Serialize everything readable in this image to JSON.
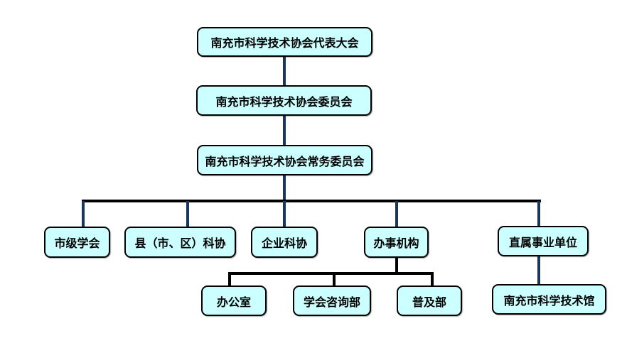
{
  "colors": {
    "box_fill": "#ccffff",
    "box_border": "#000000",
    "connector_navy": "#17375e",
    "connector_black": "#000000",
    "background": "#ffffff"
  },
  "chart_data": {
    "type": "org-chart",
    "levels": [
      [
        "南充市科学技术协会代表大会"
      ],
      [
        "南充市科学技术协会委员会"
      ],
      [
        "南充市科学技术协会常务委员会"
      ],
      [
        "市级学会",
        "县（市、区）科协",
        "企业科协",
        "办事机构",
        "直属事业单位"
      ],
      [
        "办公室",
        "学会咨询部",
        "普及部",
        "南充市科学技术馆"
      ]
    ],
    "edges": [
      [
        "南充市科学技术协会代表大会",
        "南充市科学技术协会委员会"
      ],
      [
        "南充市科学技术协会委员会",
        "南充市科学技术协会常务委员会"
      ],
      [
        "南充市科学技术协会常务委员会",
        "市级学会"
      ],
      [
        "南充市科学技术协会常务委员会",
        "县（市、区）科协"
      ],
      [
        "南充市科学技术协会常务委员会",
        "企业科协"
      ],
      [
        "南充市科学技术协会常务委员会",
        "办事机构"
      ],
      [
        "南充市科学技术协会常务委员会",
        "直属事业单位"
      ],
      [
        "办事机构",
        "办公室"
      ],
      [
        "办事机构",
        "学会咨询部"
      ],
      [
        "办事机构",
        "普及部"
      ],
      [
        "直属事业单位",
        "南充市科学技术馆"
      ]
    ]
  },
  "nodes": {
    "level1": {
      "label": "南充市科学技术协会代表大会"
    },
    "level2": {
      "label": "南充市科学技术协会委员会"
    },
    "level3": {
      "label": "南充市科学技术协会常务委员会"
    },
    "branches": [
      {
        "label": "市级学会"
      },
      {
        "label": "县（市、区）科协"
      },
      {
        "label": "企业科协"
      },
      {
        "label": "办事机构"
      },
      {
        "label": "直属事业单位"
      }
    ],
    "offices": [
      {
        "label": "办公室"
      },
      {
        "label": "学会咨询部"
      },
      {
        "label": "普及部"
      }
    ],
    "institution": {
      "label": "南充市科学技术馆"
    }
  }
}
